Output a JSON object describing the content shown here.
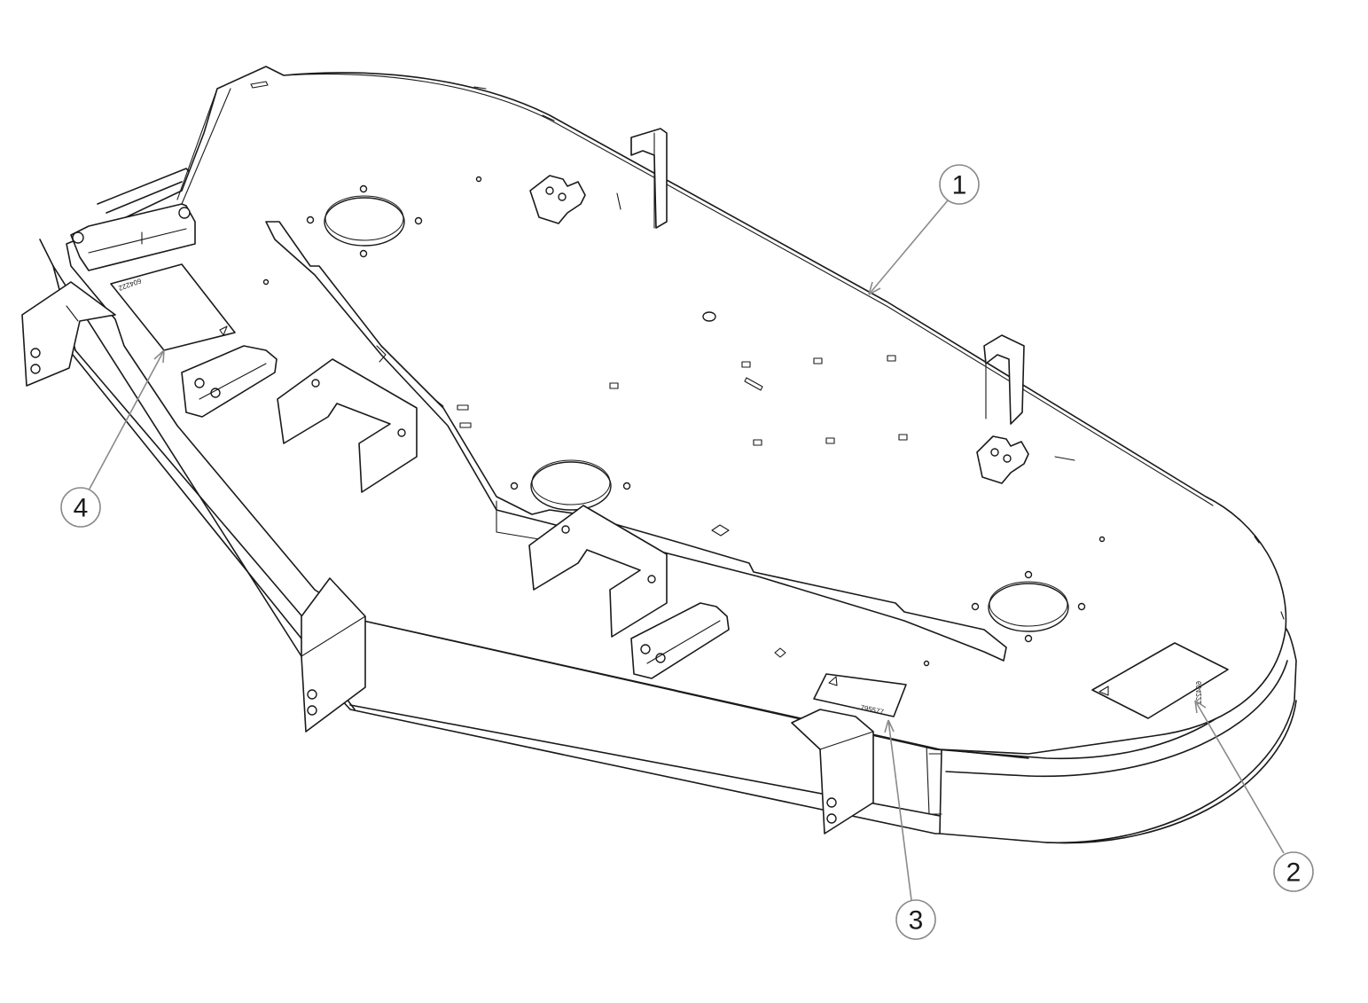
{
  "callouts": [
    {
      "number": "1",
      "target": "deck-shell"
    },
    {
      "number": "2",
      "target": "decal-right"
    },
    {
      "number": "3",
      "target": "decal-front"
    },
    {
      "number": "4",
      "target": "decal-left"
    }
  ],
  "decals": {
    "front_code": "795577",
    "right_code": "604222",
    "left_code": "604222"
  },
  "colors": {
    "line": "#1a1a1a",
    "leader": "#8a8a8a",
    "background": "#ffffff"
  }
}
